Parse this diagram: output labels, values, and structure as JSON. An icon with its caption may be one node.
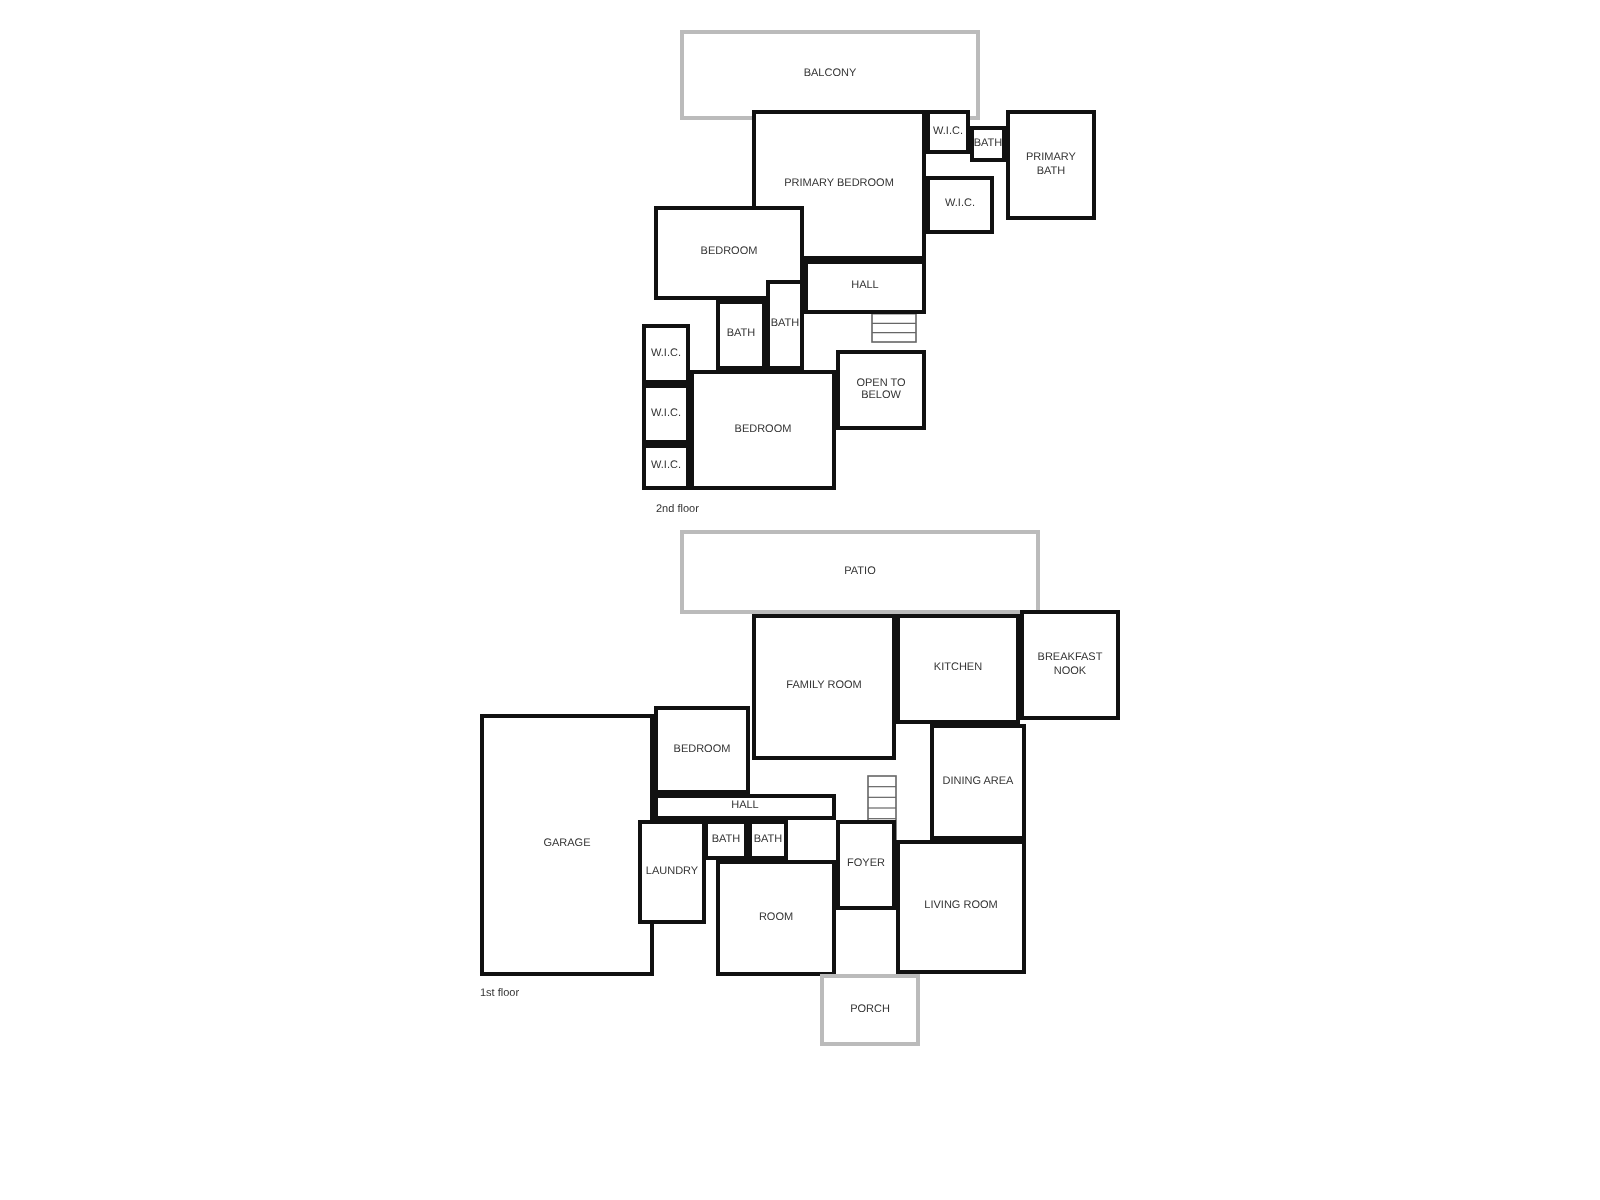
{
  "diagram": {
    "nodes": [
      {
        "text": [
          "BALCONY"
        ]
      },
      {
        "text": [
          "PRIMARY BEDROOM"
        ]
      },
      {
        "text": [
          "W.I.C."
        ]
      },
      {
        "text": [
          "BATH"
        ]
      },
      {
        "text": [
          "PRIMARY BATH"
        ]
      },
      {
        "text": [
          "W.I.C."
        ]
      },
      {
        "text": [
          "BEDROOM"
        ]
      },
      {
        "text": [
          "HALL"
        ]
      },
      {
        "text": [
          "BATH"
        ]
      },
      {
        "text": [
          "BATH"
        ]
      },
      {
        "text": [
          "W.I.C."
        ]
      },
      {
        "text": [
          "OPEN TO BELOW"
        ]
      },
      {
        "text": [
          "W.I.C."
        ]
      },
      {
        "text": [
          "BEDROOM"
        ]
      },
      {
        "text": [
          "W.I.C."
        ]
      },
      {
        "text": [
          "PATIO"
        ]
      },
      {
        "text": [
          "FAMILY ROOM"
        ]
      },
      {
        "text": [
          "KITCHEN"
        ]
      },
      {
        "text": [
          "BREAKFAST NOOK"
        ]
      },
      {
        "text": [
          "BEDROOM"
        ]
      },
      {
        "text": [
          "DINING AREA"
        ]
      },
      {
        "text": [
          "GARAGE"
        ]
      },
      {
        "text": [
          "HALL"
        ]
      },
      {
        "text": [
          "BATH"
        ]
      },
      {
        "text": [
          "BATH"
        ]
      },
      {
        "text": [
          "LAUNDRY"
        ]
      },
      {
        "text": [
          "FOYER"
        ]
      },
      {
        "text": [
          "ROOM"
        ]
      },
      {
        "text": [
          "LIVING ROOM"
        ]
      },
      {
        "text": [
          "PORCH"
        ]
      }
    ],
    "labels": [
      "2nd floor",
      "1st floor"
    ]
  }
}
